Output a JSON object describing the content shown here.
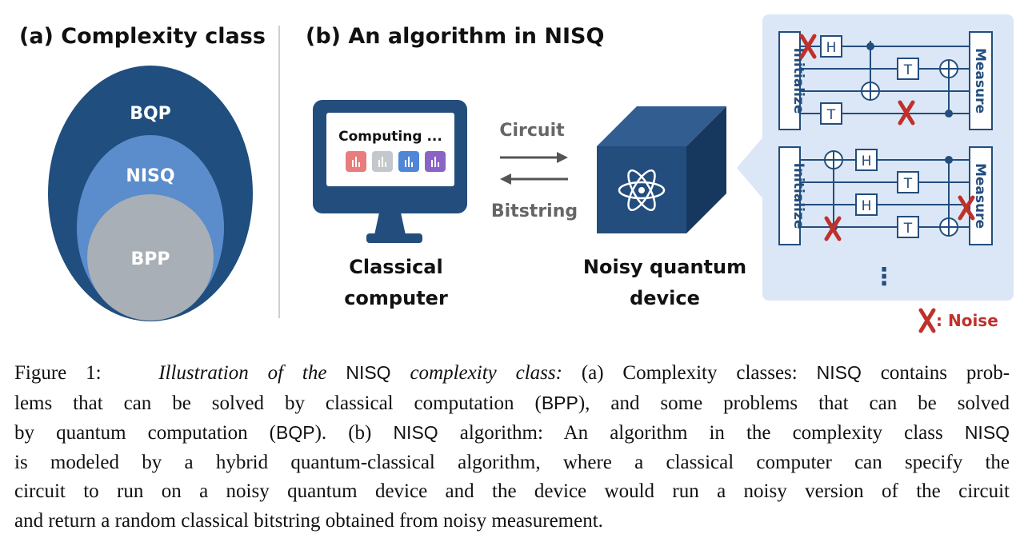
{
  "panel_a": {
    "title": "(a) Complexity class",
    "classes": [
      "BQP",
      "NISQ",
      "BPP"
    ]
  },
  "panel_b": {
    "title": "(b) An algorithm in NISQ",
    "screen_text": "Computing ...",
    "classical_label": [
      "Classical",
      "computer"
    ],
    "arrow_top_label": "Circuit",
    "arrow_bottom_label": "Bitstring",
    "device_label": [
      "Noisy quantum",
      "device"
    ],
    "circuit_init": "Initialize",
    "circuit_measure": "Measure",
    "gates": [
      "H",
      "T"
    ],
    "more": "⋮",
    "noise_legend": ": Noise"
  },
  "colors": {
    "bqp": "#1f4e7f",
    "nisq": "#5b8ccb",
    "bpp": "#a9afb6",
    "navy": "#234d7d",
    "panel_bg": "#dbe7f6",
    "noise": "#c0312b"
  },
  "caption": {
    "line1": {
      "prefix": "Figure 1:",
      "italic1": "Illustration of the",
      "sf1": "NISQ",
      "italic2": "complexity class:",
      "text": "(a) Complexity classes:",
      "sf2": "NISQ",
      "tail": "contains prob-"
    },
    "line2": {
      "text1": "lems that can be solved by classical computation (",
      "sf": "BPP",
      "text2": "), and some problems that can be solved"
    },
    "line3": {
      "text1": "by quantum computation (",
      "sf1": "BQP",
      "text2": "). (b)",
      "sf2": "NISQ",
      "text3": "algorithm: An algorithm in the complexity class",
      "sf3": "NISQ"
    },
    "line4": "is modeled by a hybrid quantum-classical algorithm, where a classical computer can specify the",
    "line5": "circuit to run on a noisy quantum device and the device would run a noisy version of the circuit",
    "line6": "and return a random classical bitstring obtained from noisy measurement."
  }
}
